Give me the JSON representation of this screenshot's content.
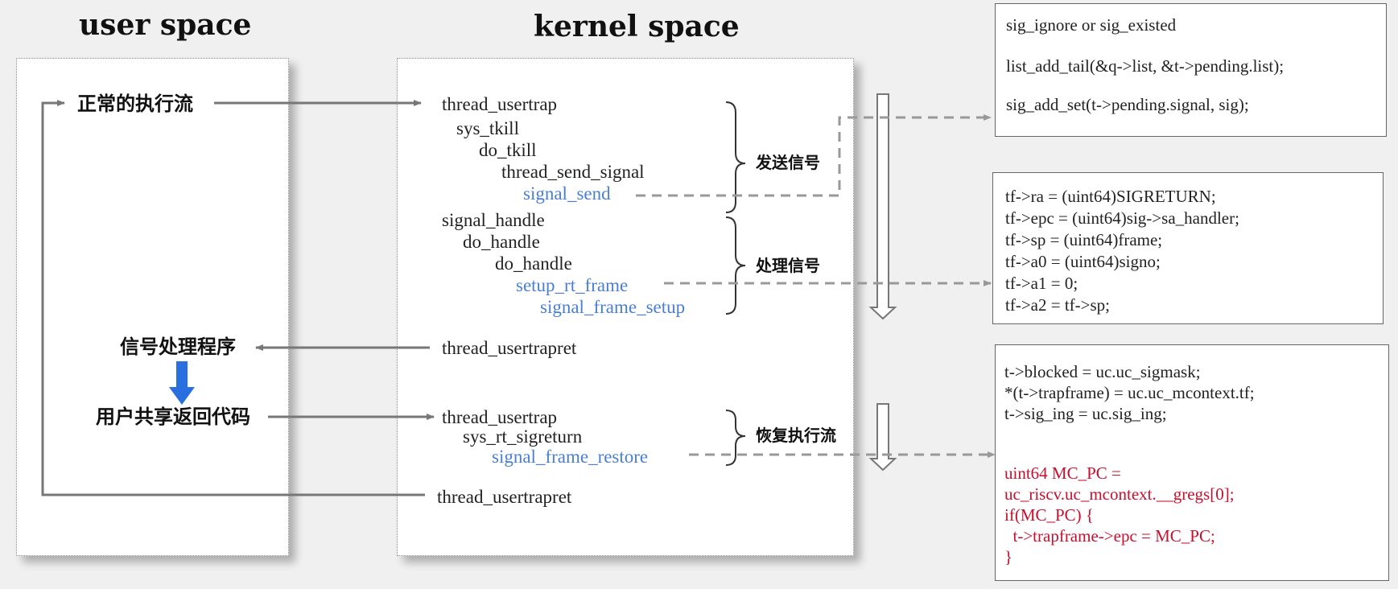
{
  "titles": {
    "user_space": "user space",
    "kernel_space": "kernel space"
  },
  "user_space": {
    "normal_flow": "正常的执行流",
    "signal_handler": "信号处理程序",
    "user_return_code": "用户共享返回代码"
  },
  "kernel_space": {
    "trap1": "thread_usertrap",
    "sys_tkill": "sys_tkill",
    "do_tkill": "do_tkill",
    "thread_send_signal": "thread_send_signal",
    "signal_send": "signal_send",
    "signal_handle": "signal_handle",
    "do_handle_1": "do_handle",
    "do_handle_2": "do_handle",
    "setup_rt_frame": "setup_rt_frame",
    "signal_frame_setup": "signal_frame_setup",
    "trapret1": "thread_usertrapret",
    "trap2": "thread_usertrap",
    "sys_rt_sigreturn": "sys_rt_sigreturn",
    "signal_frame_restore": "signal_frame_restore",
    "trapret2": "thread_usertrapret"
  },
  "brace_labels": {
    "send_signal": "发送信号",
    "handle_signal": "处理信号",
    "restore_flow": "恢复执行流"
  },
  "code_boxes": {
    "send": {
      "line1": "sig_ignore or sig_existed",
      "line2": "list_add_tail(&q->list, &t->pending.list);",
      "line3": "sig_add_set(t->pending.signal, sig);"
    },
    "setup": {
      "line1": "tf->ra = (uint64)SIGRETURN;",
      "line2": "tf->epc = (uint64)sig->sa_handler;",
      "line3": "tf->sp = (uint64)frame;",
      "line4": "tf->a0 = (uint64)signo;",
      "line5": "tf->a1 = 0;",
      "line6": "tf->a2 = tf->sp;"
    },
    "restore": {
      "line1": "t->blocked = uc.uc_sigmask;",
      "line2": "*(t->trapframe) = uc.uc_mcontext.tf;",
      "line3": "t->sig_ing = uc.sig_ing;",
      "line4": "uint64 MC_PC =",
      "line5": "uc_riscv.uc_mcontext.__gregs[0];",
      "line6": "if(MC_PC) {",
      "line7": "  t->trapframe->epc = MC_PC;",
      "line8": "}"
    }
  },
  "colors": {
    "blue_text": "#4a7fd4",
    "red_text": "#c8102e",
    "blue_arrow": "#2a6fe0",
    "solid_arrow": "#777777",
    "dashed_arrow": "#999999"
  }
}
